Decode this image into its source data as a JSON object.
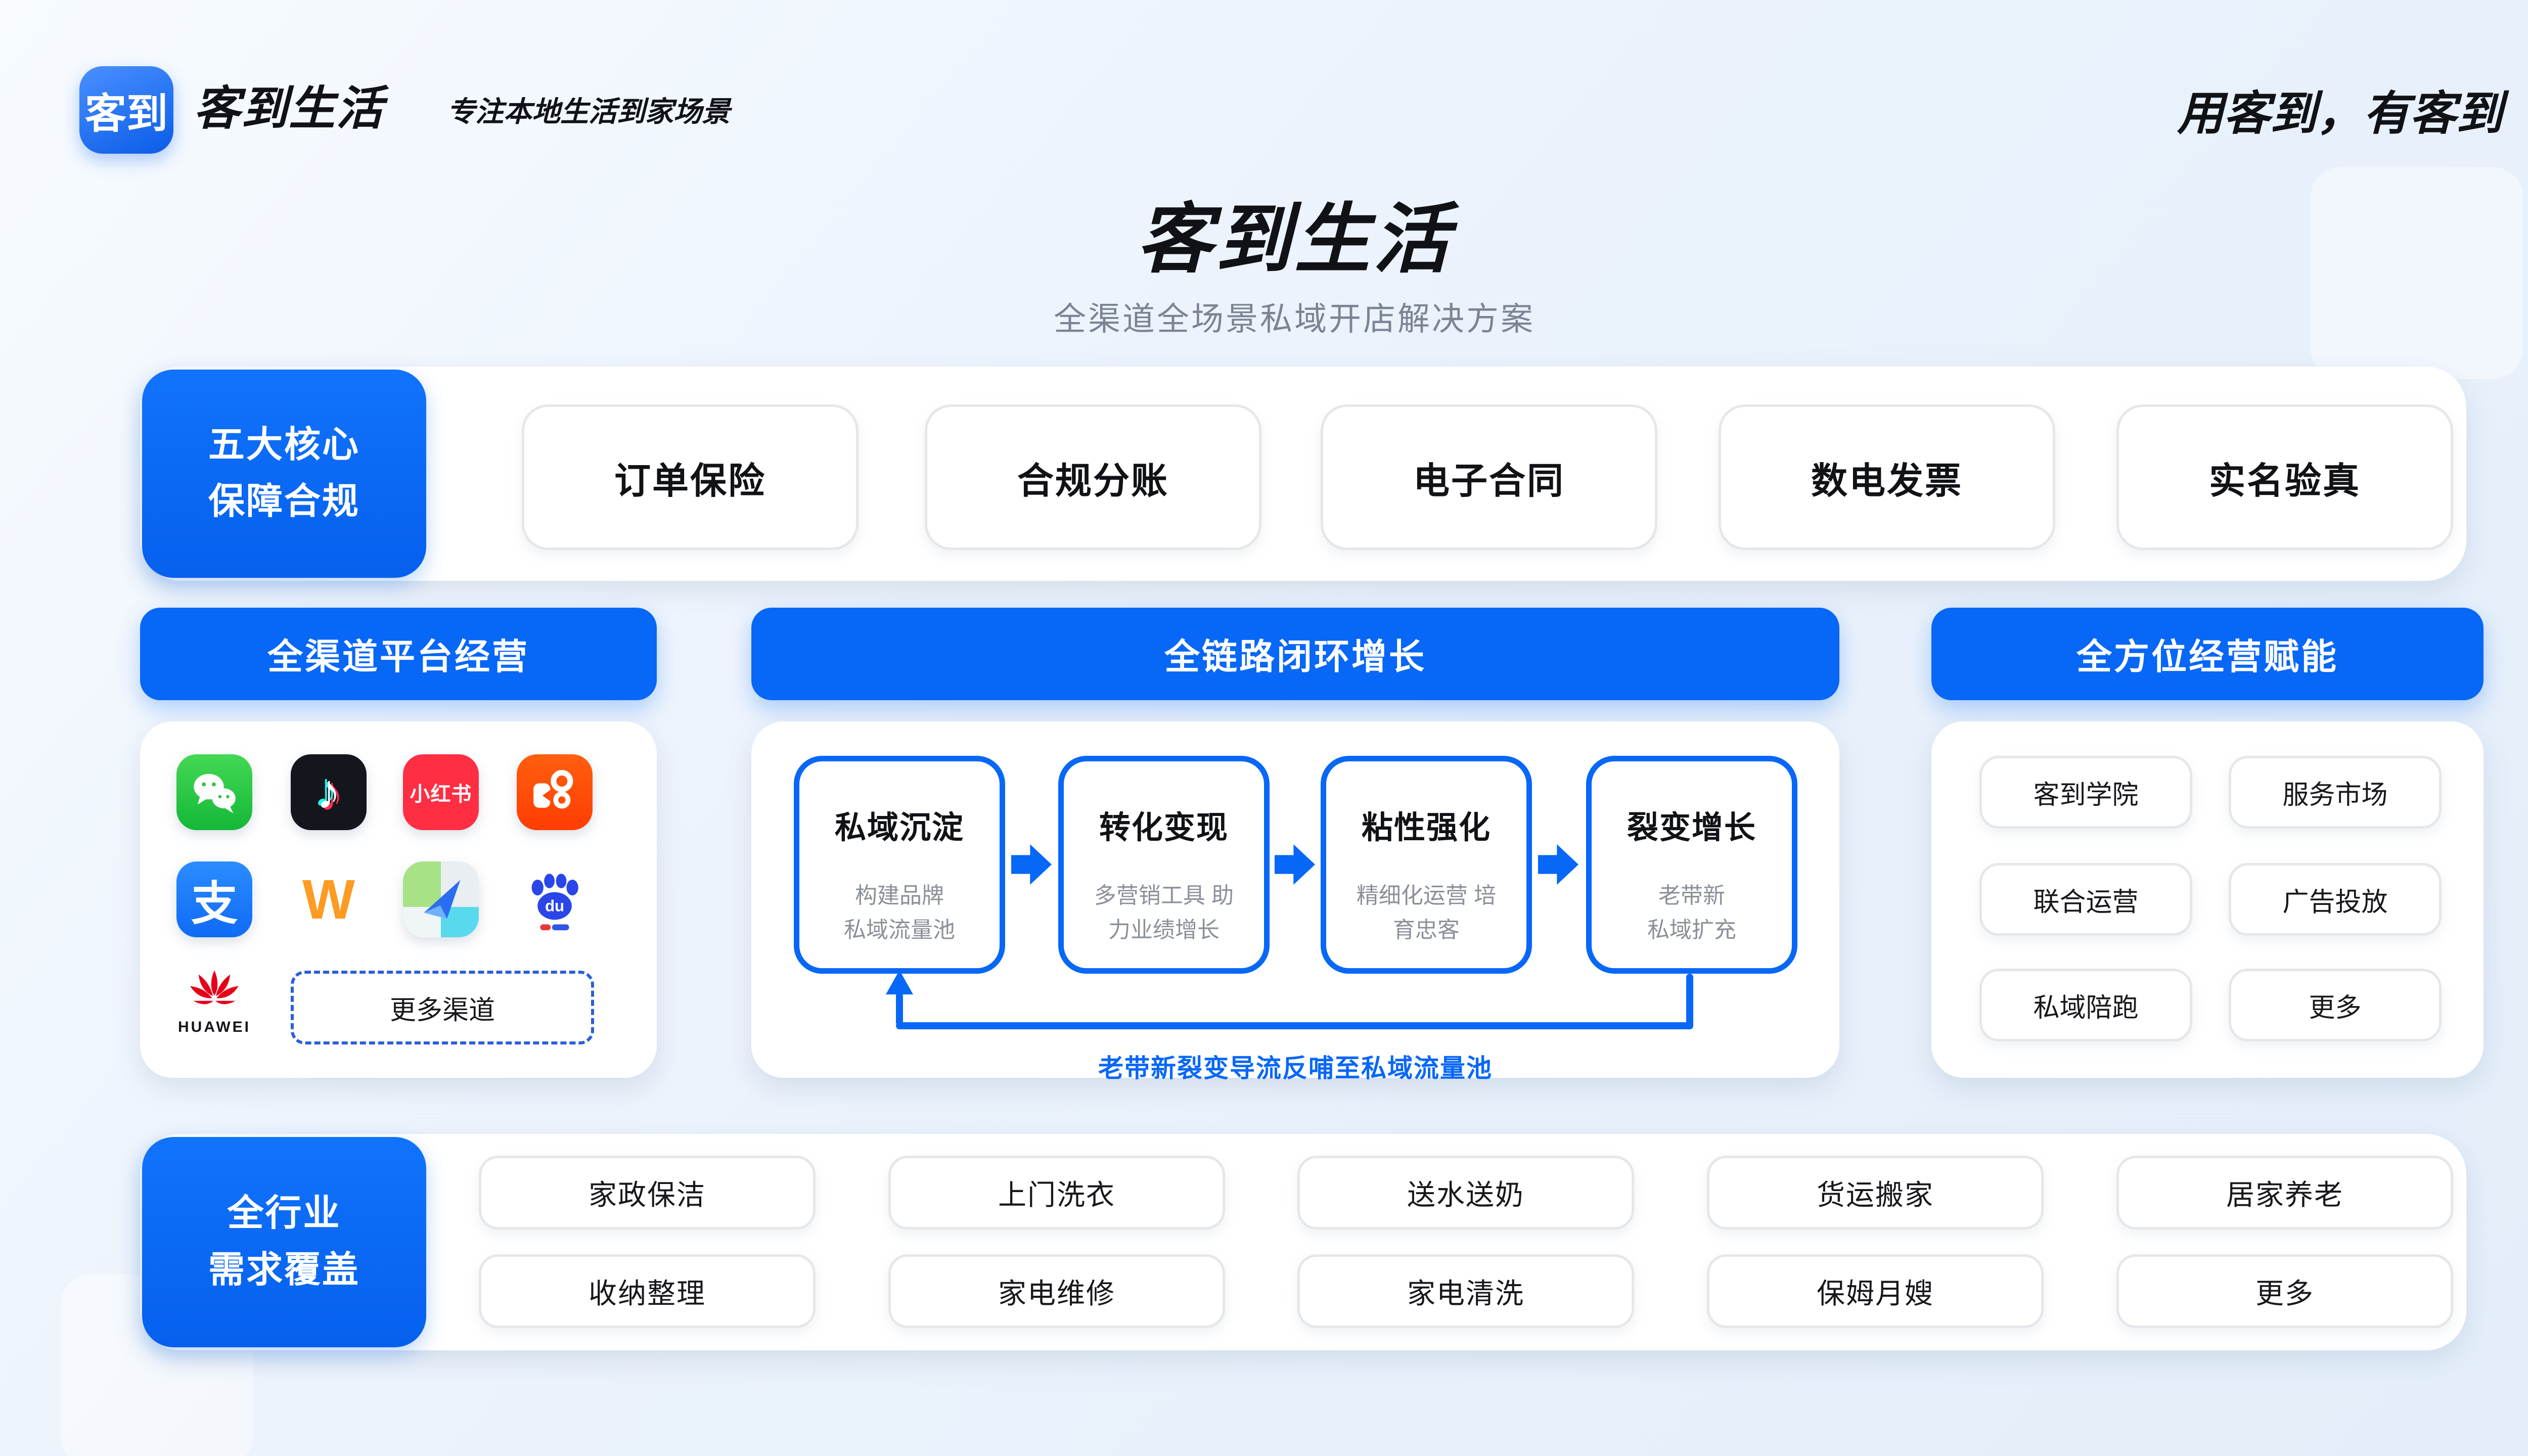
{
  "colors": {
    "accent": "#0767F7",
    "page_bg": "#e9f1fb",
    "card_bg": "#ffffff"
  },
  "header": {
    "logo_text": "客到",
    "brand_name": "客到生活",
    "tagline": "专注本地生活到家场景",
    "slogan": "用客到，有客到"
  },
  "hero": {
    "title": "客到生活",
    "subtitle": "全渠道全场景私域开店解决方案"
  },
  "compliance": {
    "label_line1": "五大核心",
    "label_line2": "保障合规",
    "items": [
      "订单保险",
      "合规分账",
      "电子合同",
      "数电发票",
      "实名验真"
    ]
  },
  "channels": {
    "header": "全渠道平台经营",
    "icon_names": [
      "wechat-icon",
      "douyin-icon",
      "xiaohongshu-icon",
      "kuaishou-icon",
      "alipay-icon",
      "weidian-icon",
      "amap-icon",
      "baidu-icon",
      "huawei-icon"
    ],
    "douyin_note": "♪",
    "xiaohongshu_text": "小红书",
    "alipay_text": "支",
    "weidian_text": "W",
    "baidu_text": "du",
    "huawei_text": "HUAWEI",
    "more_label": "更多渠道"
  },
  "growth": {
    "header": "全链路闭环增长",
    "steps": [
      {
        "title": "私域沉淀",
        "desc": "构建品牌\n私域流量池"
      },
      {
        "title": "转化变现",
        "desc": "多营销工具 助\n力业绩增长"
      },
      {
        "title": "粘性强化",
        "desc": "精细化运营 培\n育忠客"
      },
      {
        "title": "裂变增长",
        "desc": "老带新\n私域扩充"
      }
    ],
    "feedback_label": "老带新裂变导流反哺至私域流量池"
  },
  "enablement": {
    "header": "全方位经营赋能",
    "items": [
      "客到学院",
      "服务市场",
      "联合运营",
      "广告投放",
      "私域陪跑",
      "更多"
    ]
  },
  "industries": {
    "label_line1": "全行业",
    "label_line2": "需求覆盖",
    "items_row1": [
      "家政保洁",
      "上门洗衣",
      "送水送奶",
      "货运搬家",
      "居家养老"
    ],
    "items_row2": [
      "收纳整理",
      "家电维修",
      "家电清洗",
      "保姆月嫂",
      "更多"
    ]
  }
}
